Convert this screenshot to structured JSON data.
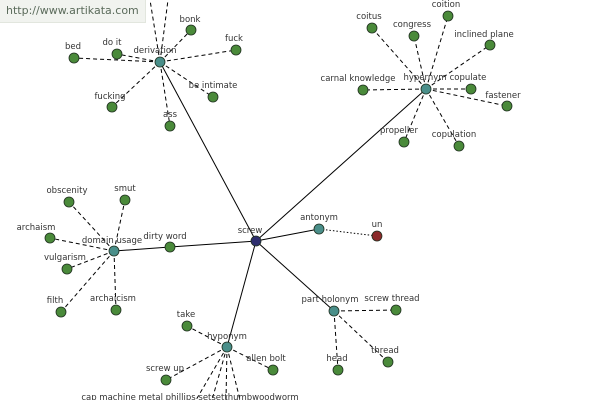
{
  "url": "http://www.artikata.com",
  "colors": {
    "hub": "#4a8f8a",
    "center": "#2d2d6e",
    "leaf": "#4a8a3a",
    "antonym_leaf": "#8b2a2a",
    "edge": "#000000"
  },
  "graph": {
    "center": {
      "id": "screw",
      "label": "screw"
    },
    "hubs": [
      {
        "id": "derivation",
        "label": "derivation"
      },
      {
        "id": "hypernym-top",
        "label": "hypernym"
      },
      {
        "id": "domain-usage",
        "label": "domain usage"
      },
      {
        "id": "dirty-word",
        "label": "dirty word"
      },
      {
        "id": "antonym",
        "label": "antonym"
      },
      {
        "id": "part-holonym",
        "label": "part holonym"
      },
      {
        "id": "hyponym",
        "label": "hyponym"
      }
    ],
    "leaves": [
      {
        "id": "bonk",
        "label": "bonk",
        "hub": "derivation"
      },
      {
        "id": "fuck",
        "label": "fuck",
        "hub": "derivation"
      },
      {
        "id": "do-it",
        "label": "do it",
        "hub": "derivation"
      },
      {
        "id": "bed",
        "label": "bed",
        "hub": "derivation"
      },
      {
        "id": "be-intimate",
        "label": "be intimate",
        "hub": "derivation"
      },
      {
        "id": "fucking",
        "label": "fucking",
        "hub": "derivation"
      },
      {
        "id": "ass",
        "label": "ass",
        "hub": "derivation"
      },
      {
        "id": "coitus",
        "label": "coitus",
        "hub": "hypernym-top"
      },
      {
        "id": "congress",
        "label": "congress",
        "hub": "hypernym-top"
      },
      {
        "id": "coition",
        "label": "coition",
        "hub": "hypernym-top"
      },
      {
        "id": "inclined-plane",
        "label": "inclined plane",
        "hub": "hypernym-top"
      },
      {
        "id": "carnal-knowledge",
        "label": "carnal knowledge",
        "hub": "hypernym-top"
      },
      {
        "id": "copulate",
        "label": "copulate",
        "hub": "hypernym-top"
      },
      {
        "id": "fastener",
        "label": "fastener",
        "hub": "hypernym-top"
      },
      {
        "id": "propeller",
        "label": "propeller",
        "hub": "hypernym-top"
      },
      {
        "id": "copulation",
        "label": "copulation",
        "hub": "hypernym-top"
      },
      {
        "id": "obscenity",
        "label": "obscenity",
        "hub": "domain-usage"
      },
      {
        "id": "smut",
        "label": "smut",
        "hub": "domain-usage"
      },
      {
        "id": "archaism",
        "label": "archaism",
        "hub": "domain-usage"
      },
      {
        "id": "vulgarism",
        "label": "vulgarism",
        "hub": "domain-usage"
      },
      {
        "id": "filth",
        "label": "filth",
        "hub": "domain-usage"
      },
      {
        "id": "archaicism",
        "label": "archaicism",
        "hub": "domain-usage"
      },
      {
        "id": "un",
        "label": "un",
        "hub": "antonym"
      },
      {
        "id": "screw-thread",
        "label": "screw thread",
        "hub": "part-holonym"
      },
      {
        "id": "head",
        "label": "head",
        "hub": "part-holonym"
      },
      {
        "id": "thread",
        "label": "thread",
        "hub": "part-holonym"
      },
      {
        "id": "take",
        "label": "take",
        "hub": "hyponym"
      },
      {
        "id": "allen-bolt",
        "label": "allen bolt",
        "hub": "hyponym"
      },
      {
        "id": "screw-up",
        "label": "screw up",
        "hub": "hyponym"
      },
      {
        "id": "bottom-labels",
        "label": "cap machine metal phillips setsetthumbwoodworm",
        "hub": "hyponym"
      }
    ]
  }
}
